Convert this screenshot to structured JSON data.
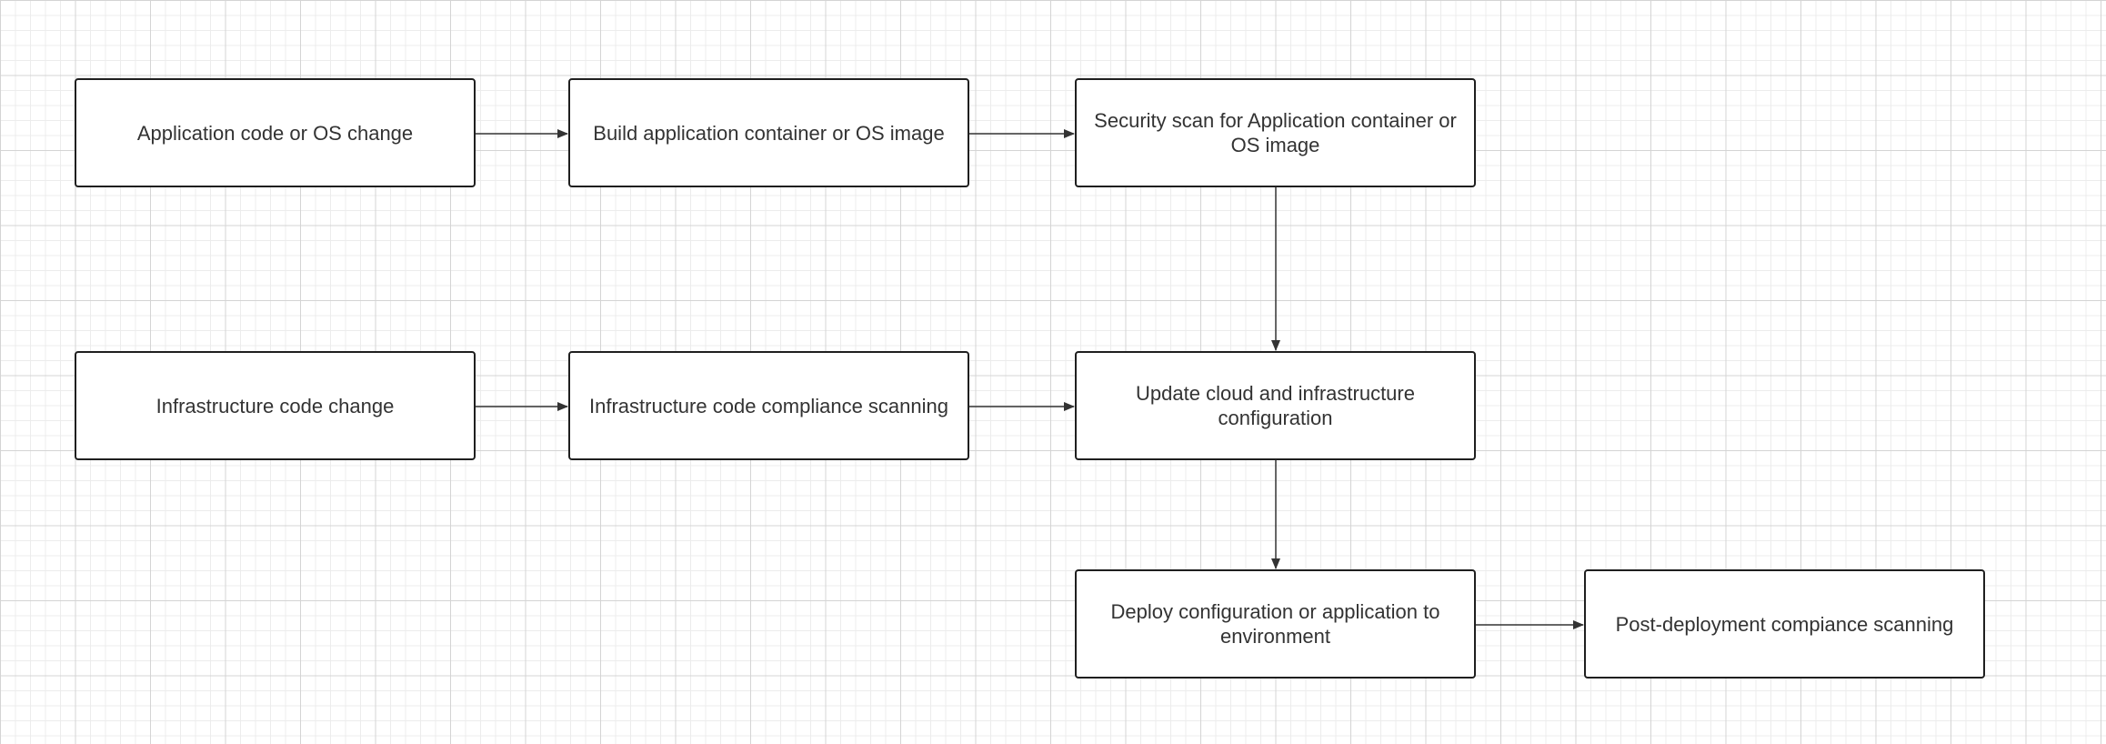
{
  "diagram": {
    "nodes": {
      "app_change": "Application code or OS change",
      "build": "Build application container or OS image",
      "sec_scan": "Security scan for Application container or OS image",
      "infra_change": "Infrastructure code change",
      "infra_scan": "Infrastructure code compliance scanning",
      "update": "Update cloud and infrastructure configuration",
      "deploy": "Deploy configuration or application to environment",
      "post_scan": "Post-deployment compiance scanning"
    },
    "edges": [
      [
        "app_change",
        "build"
      ],
      [
        "build",
        "sec_scan"
      ],
      [
        "sec_scan",
        "update"
      ],
      [
        "infra_change",
        "infra_scan"
      ],
      [
        "infra_scan",
        "update"
      ],
      [
        "update",
        "deploy"
      ],
      [
        "deploy",
        "post_scan"
      ]
    ]
  },
  "colors": {
    "node_border": "#1f1f1f",
    "text": "#333333",
    "arrow": "#333333",
    "grid": "#d4d4d4"
  }
}
